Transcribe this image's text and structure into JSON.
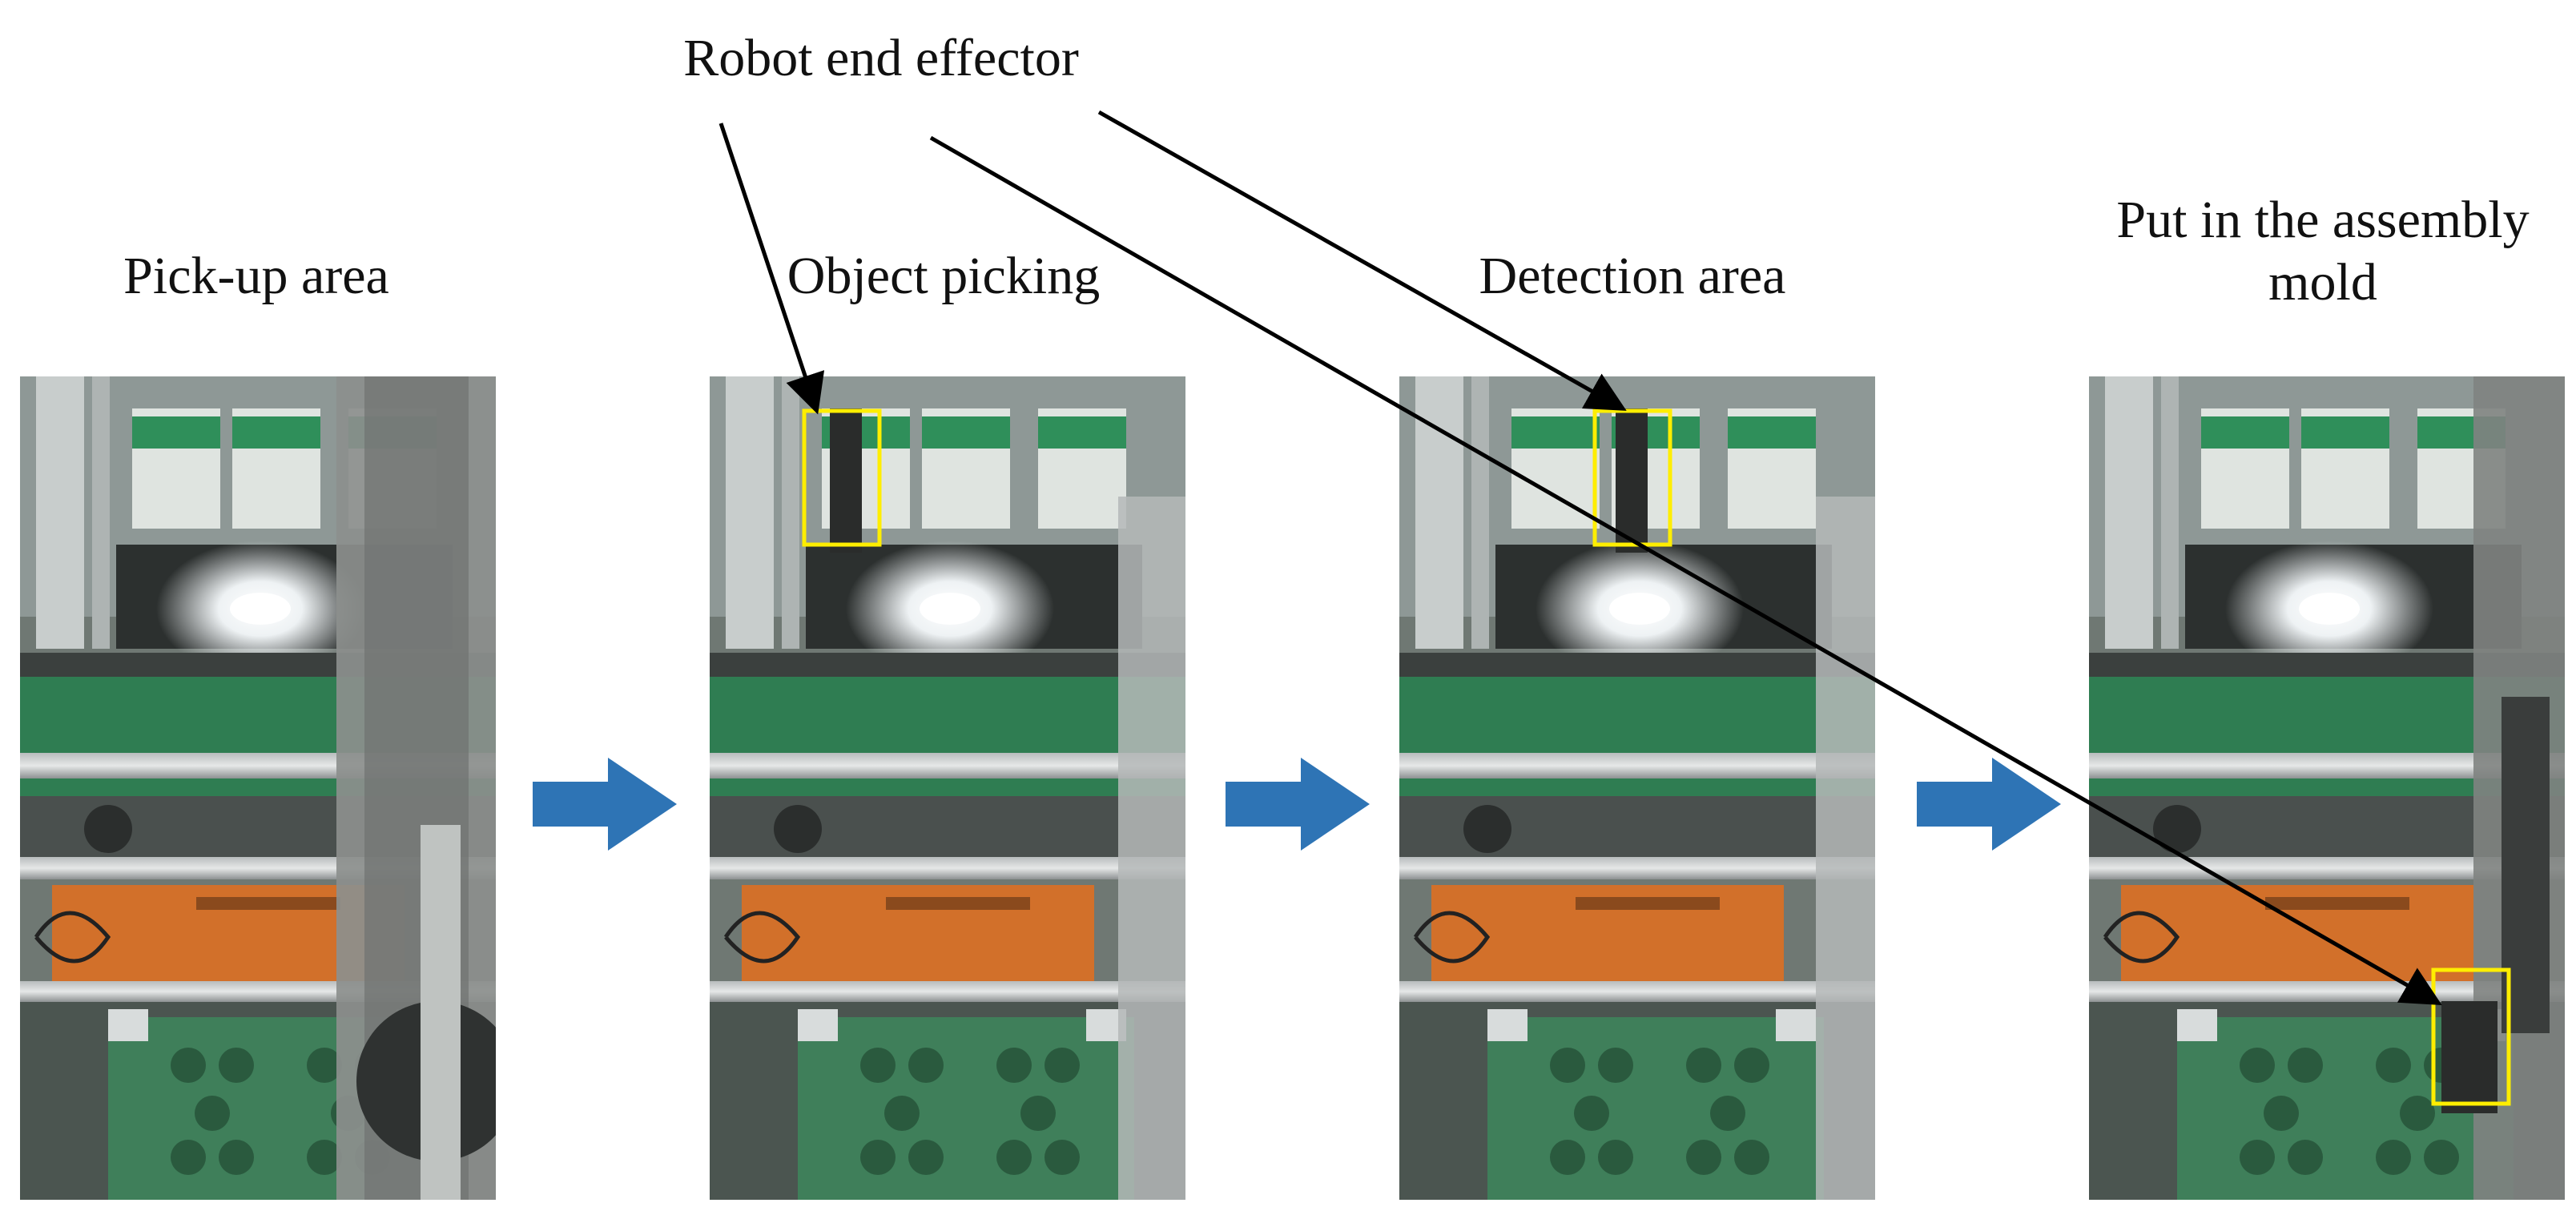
{
  "annotation": {
    "text": "Robot end effector"
  },
  "steps": [
    {
      "title": "Pick-up area"
    },
    {
      "title": "Object picking"
    },
    {
      "title": "Detection area"
    },
    {
      "title": "Put in the assembly\nmold",
      "title_line1": "Put in the assembly",
      "title_line2": "mold"
    }
  ],
  "colors": {
    "flow_arrow": "#2e74b5",
    "highlight_box": "#ffee00",
    "callout_line": "#000000",
    "conveyor_green": "#2f7d52",
    "conveyor_orange": "#d2702a",
    "fixture_plate": "#3f7f5a"
  }
}
